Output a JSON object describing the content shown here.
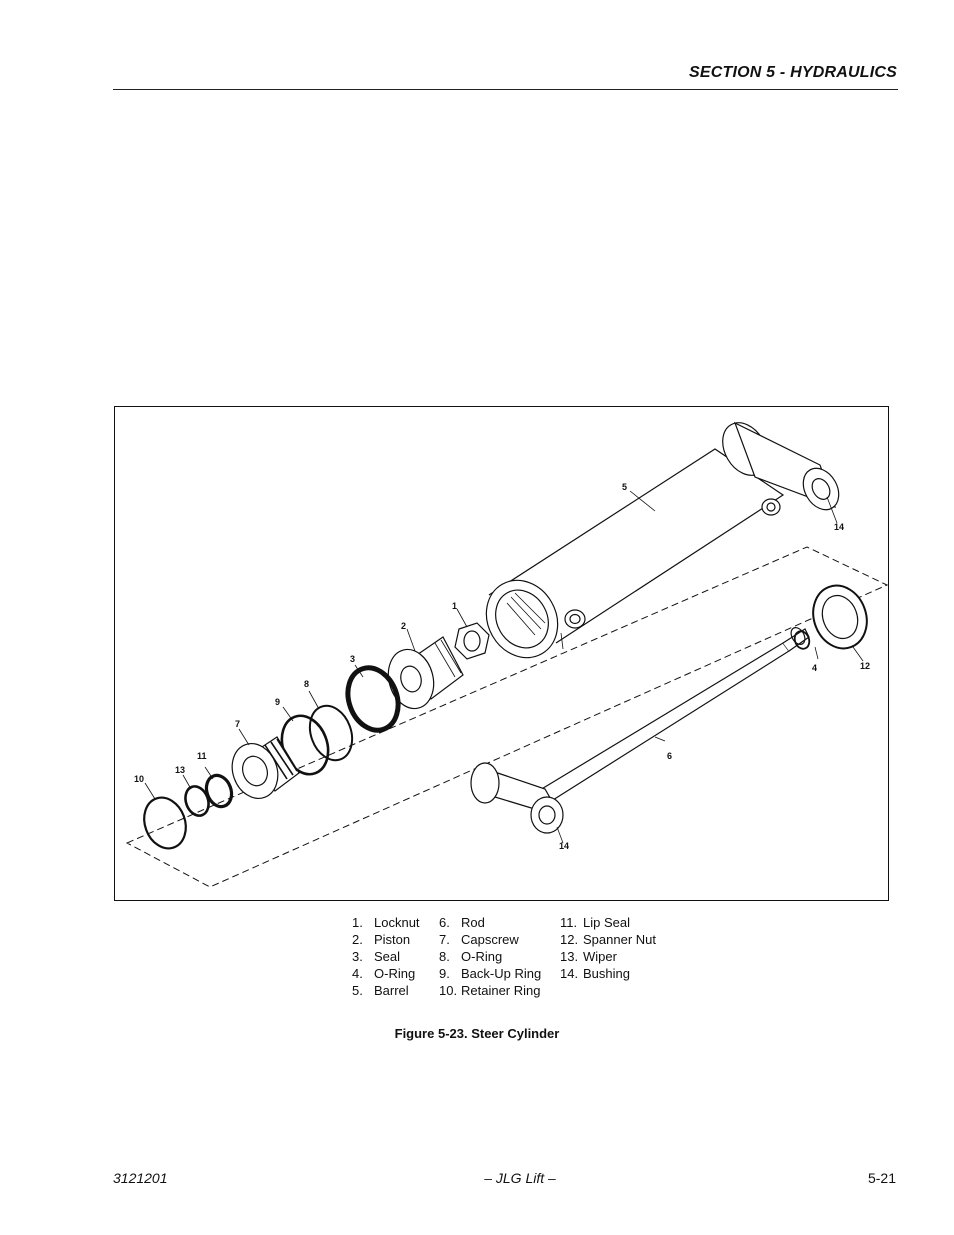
{
  "header": {
    "section_title": "SECTION 5 - HYDRAULICS"
  },
  "figure": {
    "callouts": {
      "c1": "1",
      "c2": "2",
      "c3": "3",
      "c4": "4",
      "c5": "5",
      "c6": "6",
      "c7": "7",
      "c8": "8",
      "c9": "9",
      "c10": "10",
      "c11": "11",
      "c12": "12",
      "c13": "13",
      "c14a": "14",
      "c14b": "14"
    },
    "legend": {
      "col1": [
        {
          "num": "1.",
          "label": "Locknut"
        },
        {
          "num": "2.",
          "label": "Piston"
        },
        {
          "num": "3.",
          "label": "Seal"
        },
        {
          "num": "4.",
          "label": "O-Ring"
        },
        {
          "num": "5.",
          "label": "Barrel"
        }
      ],
      "col2": [
        {
          "num": "6.",
          "label": "Rod"
        },
        {
          "num": "7.",
          "label": "Capscrew"
        },
        {
          "num": "8.",
          "label": "O-Ring"
        },
        {
          "num": "9.",
          "label": "Back-Up Ring"
        },
        {
          "num": "10.",
          "label": "Retainer Ring"
        }
      ],
      "col3": [
        {
          "num": "11.",
          "label": "Lip Seal"
        },
        {
          "num": "12.",
          "label": "Spanner Nut"
        },
        {
          "num": "13.",
          "label": "Wiper"
        },
        {
          "num": "14.",
          "label": "Bushing"
        }
      ]
    },
    "caption": "Figure 5-23.  Steer Cylinder"
  },
  "footer": {
    "doc_number": "3121201",
    "center": "– JLG Lift –",
    "page": "5-21"
  }
}
